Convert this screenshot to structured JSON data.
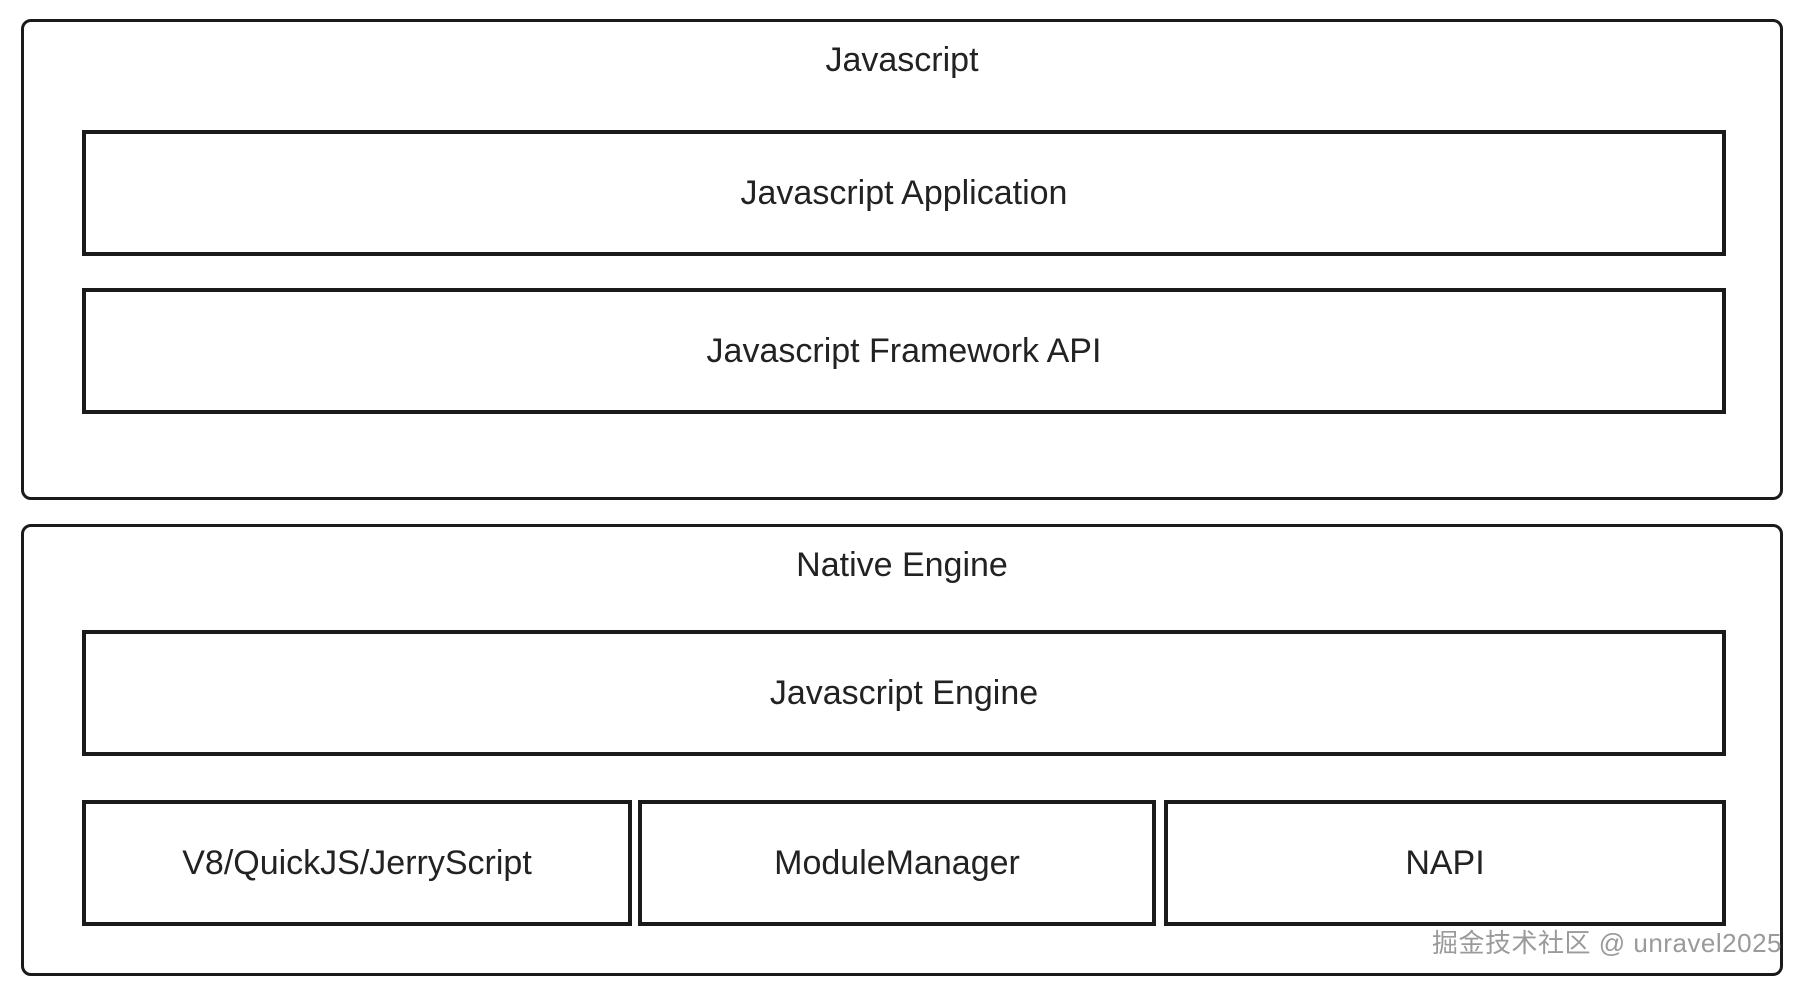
{
  "groups": {
    "javascript": {
      "title": "Javascript",
      "blocks": [
        "Javascript Application",
        "Javascript Framework API"
      ]
    },
    "native_engine": {
      "title": "Native Engine",
      "blocks": [
        "Javascript Engine"
      ],
      "components": [
        "V8/QuickJS/JerryScript",
        "ModuleManager",
        "NAPI"
      ]
    }
  },
  "watermark": "掘金技术社区 @ unravel2025",
  "colors": {
    "border": "#1a1a1a",
    "text": "#222222",
    "watermark": "#9a9a9a",
    "background": "#ffffff"
  }
}
